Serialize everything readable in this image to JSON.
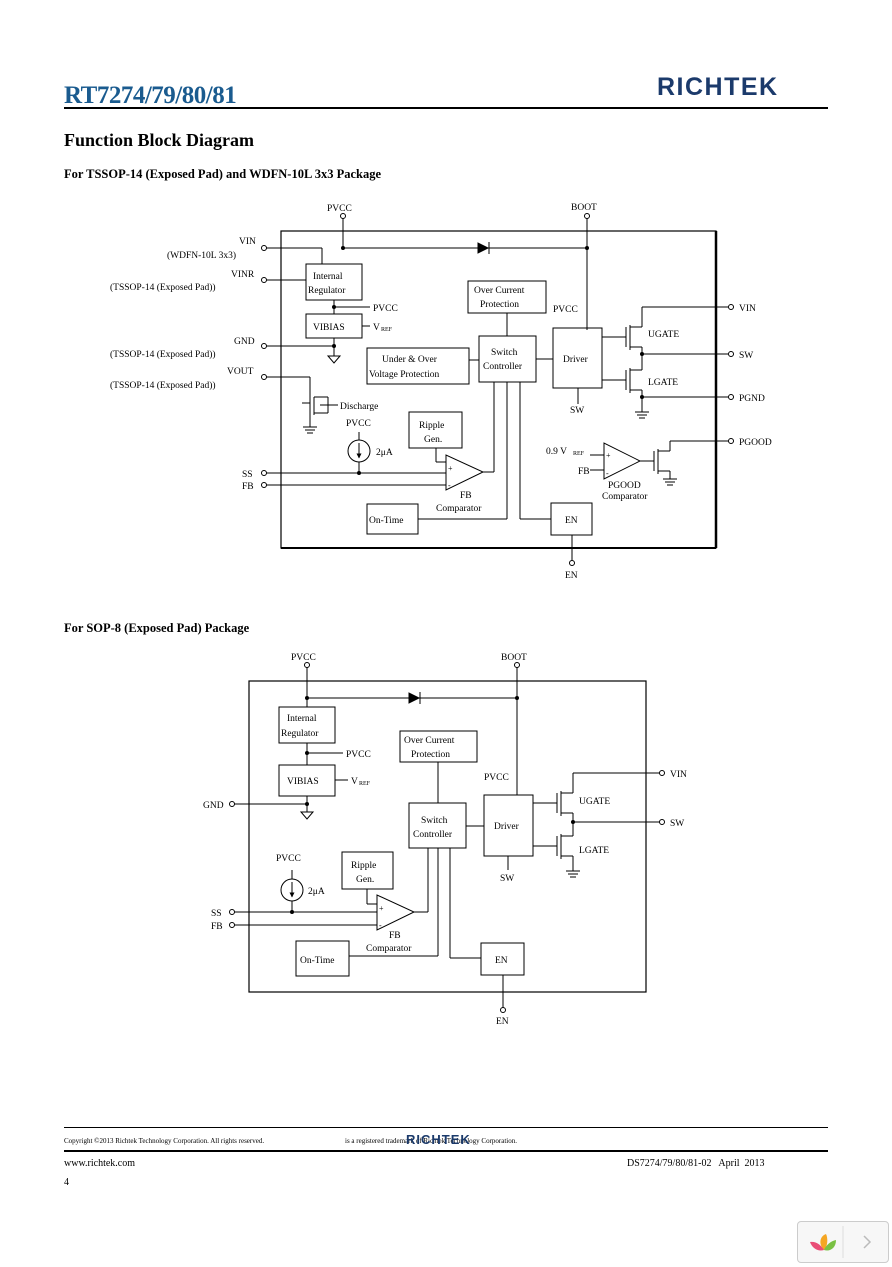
{
  "header": {
    "part_number": "RT7274/79/80/81",
    "logo": "RICHTEK"
  },
  "section_title": "Function Block Diagram",
  "diagram1": {
    "caption": "For TSSOP-14 (Exposed Pad) and WDFN-10L 3x3 Package",
    "pins": {
      "pvcc": "PVCC",
      "boot": "BOOT",
      "vin": "VIN",
      "vin_note": "(WDFN-10L 3x3)",
      "vinr": "VINR",
      "vinr_note": "(TSSOP-14 (Exposed Pad))",
      "gnd": "GND",
      "gnd_note": "(TSSOP-14 (Exposed Pad))",
      "vout": "VOUT",
      "vout_note": "(TSSOP-14 (Exposed Pad))",
      "ss": "SS",
      "fb": "FB",
      "en": "EN",
      "vin_r": "VIN",
      "sw": "SW",
      "pgnd": "PGND",
      "pgood": "PGOOD"
    },
    "blocks": {
      "int_reg_1": "Internal",
      "int_reg_2": "Regulator",
      "vibias": "VIBIAS",
      "ocp_1": "Over Current",
      "ocp_2": "Protection",
      "uv_1": "Under & Over",
      "uv_2": "Voltage Protection",
      "sw_ctrl_1": "Switch",
      "sw_ctrl_2": "Controller",
      "driver": "Driver",
      "ripple_1": "Ripple",
      "ripple_2": "Gen.",
      "on_time": "On-Time",
      "en": "EN",
      "fb_comp_1": "FB",
      "fb_comp_2": "Comparator",
      "pgood_comp_1": "PGOOD",
      "pgood_comp_2": "Comparator"
    },
    "labels": {
      "pvcc": "PVCC",
      "vref": "V",
      "vref_sub": "REF",
      "discharge": "Discharge",
      "ugate": "UGATE",
      "lgate": "LGATE",
      "sw": "SW",
      "current": "2μA",
      "v09": "0.9 V",
      "v09_sub": "REF",
      "fb": "FB",
      "plus": "+",
      "minus": "-"
    }
  },
  "diagram2": {
    "caption": "For SOP-8 (Exposed Pad) Package",
    "pins": {
      "pvcc": "PVCC",
      "boot": "BOOT",
      "gnd": "GND",
      "ss": "SS",
      "fb": "FB",
      "en": "EN",
      "vin": "VIN",
      "sw": "SW"
    },
    "blocks": {
      "int_reg_1": "Internal",
      "int_reg_2": "Regulator",
      "vibias": "VIBIAS",
      "ocp_1": "Over Current",
      "ocp_2": "Protection",
      "sw_ctrl_1": "Switch",
      "sw_ctrl_2": "Controller",
      "driver": "Driver",
      "ripple_1": "Ripple",
      "ripple_2": "Gen.",
      "on_time": "On-Time",
      "en": "EN",
      "fb_comp_1": "FB",
      "fb_comp_2": "Comparator"
    },
    "labels": {
      "pvcc": "PVCC",
      "vref": "V",
      "vref_sub": "REF",
      "ugate": "UGATE",
      "lgate": "LGATE",
      "sw": "SW",
      "current": "2μA",
      "plus": "+",
      "minus": "-"
    }
  },
  "footer": {
    "copyright": "Copyright ©2013 Richtek Technology Corporation. All rights reserved.",
    "trademark": "is a registered trademark of Richtek Technology Corporation.",
    "logo": "RICHTEK",
    "website": "www.richtek.com",
    "doc_id": "DS7274/79/80/81-02   April  2013",
    "page_number": "4"
  }
}
